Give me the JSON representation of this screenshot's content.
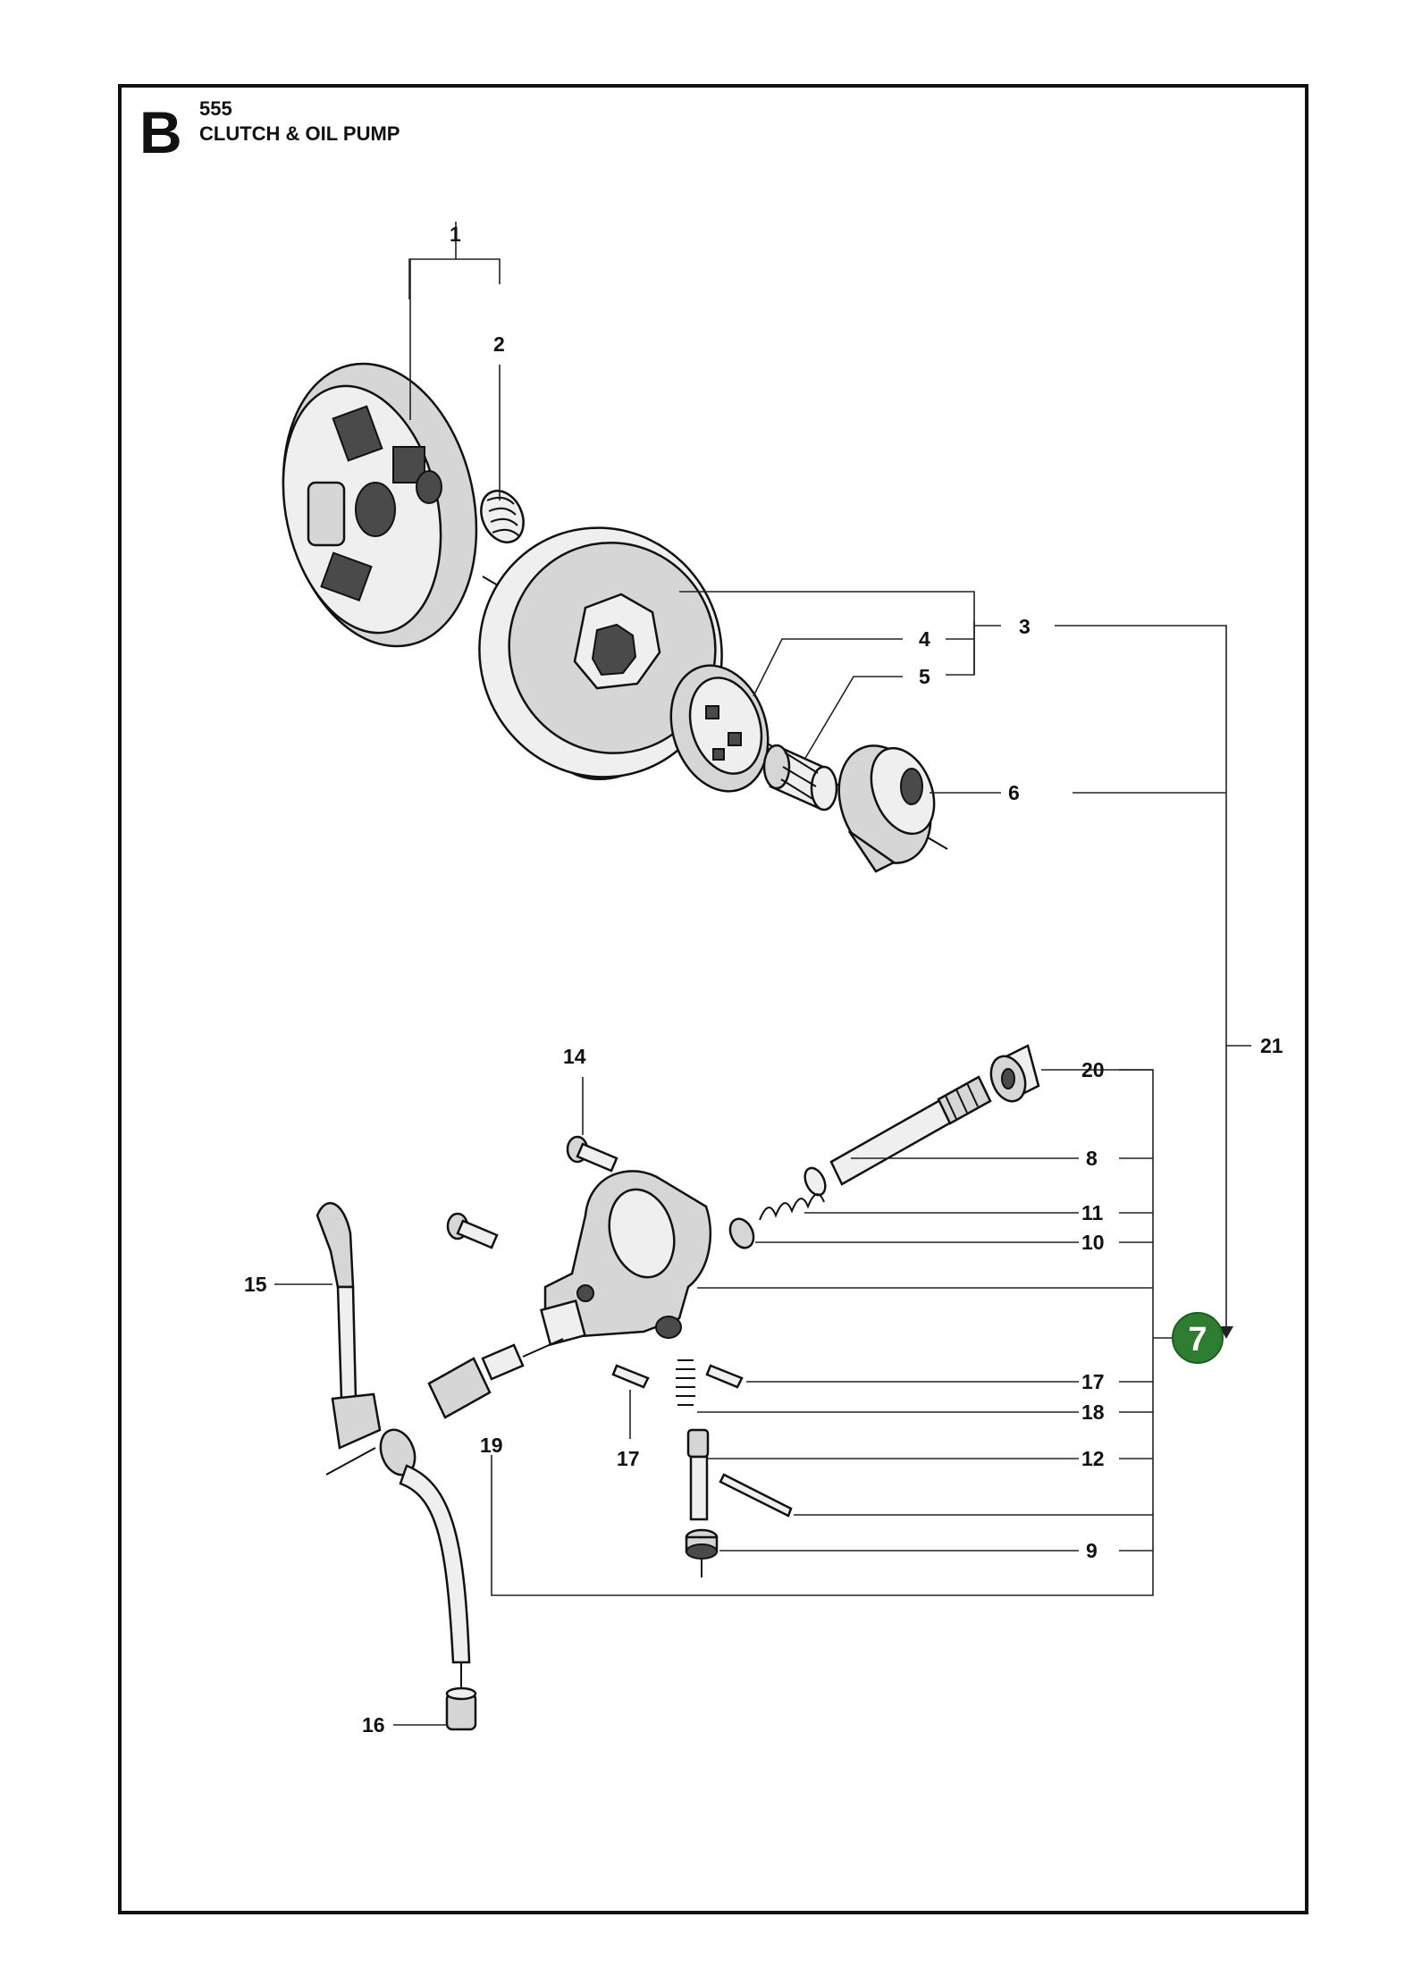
{
  "header": {
    "section_letter": "B",
    "model": "555",
    "title": "CLUTCH & OIL PUMP"
  },
  "callouts": {
    "c1": "1",
    "c2": "2",
    "c3": "3",
    "c4": "4",
    "c5": "5",
    "c6": "6",
    "c8": "8",
    "c9": "9",
    "c10": "10",
    "c11": "11",
    "c12": "12",
    "c14": "14",
    "c15": "15",
    "c16": "16",
    "c17a": "17",
    "c17b": "17",
    "c18": "18",
    "c19": "19",
    "c20": "20",
    "c21": "21"
  },
  "badge": {
    "label": "7",
    "color": "#2e7d32"
  }
}
